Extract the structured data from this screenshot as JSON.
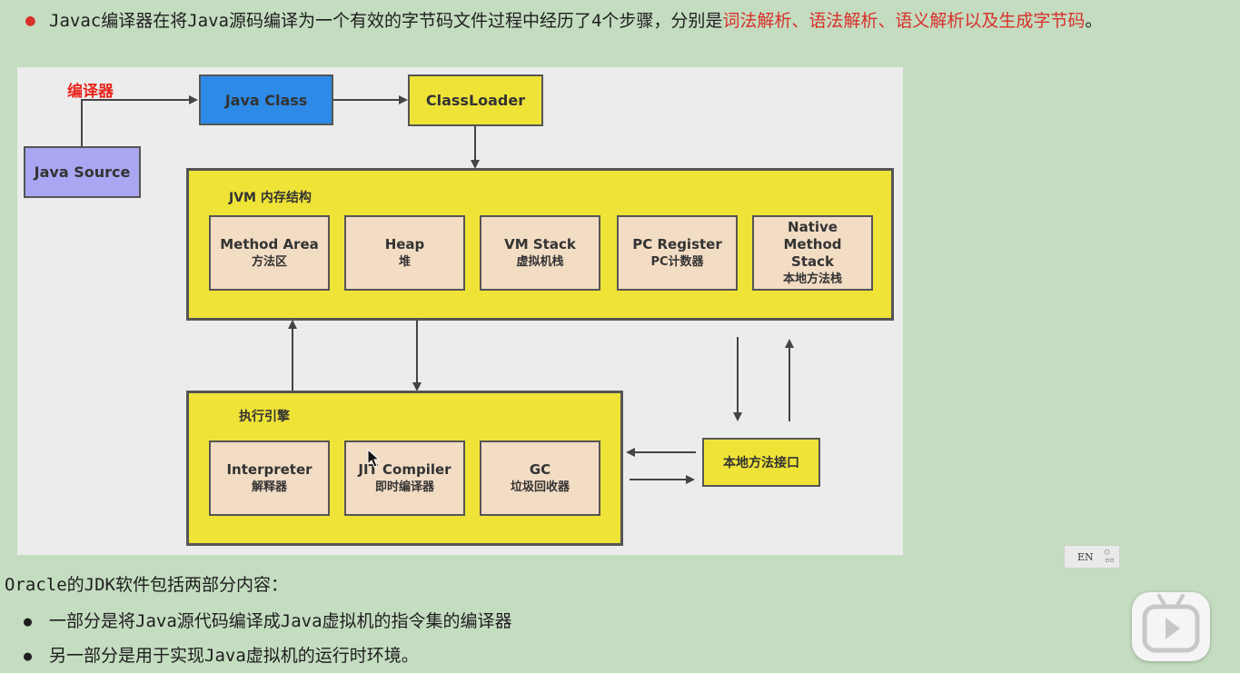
{
  "note": {
    "text": "Javac编译器在将Java源码编译为一个有效的字节码文件过程中经历了4个步骤，分别是",
    "highlight": "词法解析、语法解析、语义解析以及生成字节码",
    "end": "。"
  },
  "diagram": {
    "compiler_label": "编译器",
    "java_source": "Java Source",
    "java_class": "Java Class",
    "class_loader": "ClassLoader",
    "jvm_title": "JVM 内存结构",
    "memory_areas": [
      {
        "en": "Method Area",
        "cn": "方法区"
      },
      {
        "en": "Heap",
        "cn": "堆"
      },
      {
        "en": "VM Stack",
        "cn": "虚拟机栈"
      },
      {
        "en": "PC Register",
        "cn": "PC计数器"
      },
      {
        "en": "Native Method Stack",
        "cn": "本地方法栈"
      }
    ],
    "engine_title": "执行引擎",
    "engine_parts": [
      {
        "en": "Interpreter",
        "cn": "解释器"
      },
      {
        "en": "JIT Compiler",
        "cn": "即时编译器"
      },
      {
        "en": "GC",
        "cn": "垃圾回收器"
      }
    ],
    "native_interface": "本地方法接口"
  },
  "ime": {
    "label": "EN"
  },
  "oracle": {
    "intro": "Oracle的JDK软件包括两部分内容：",
    "items": [
      "一部分是将Java源代码编译成Java虚拟机的指令集的编译器",
      "另一部分是用于实现Java虚拟机的运行时环境。"
    ]
  },
  "icons": {
    "bullet": "bullet-dot",
    "play": "play-button-icon",
    "cursor": "mouse-cursor-icon"
  }
}
